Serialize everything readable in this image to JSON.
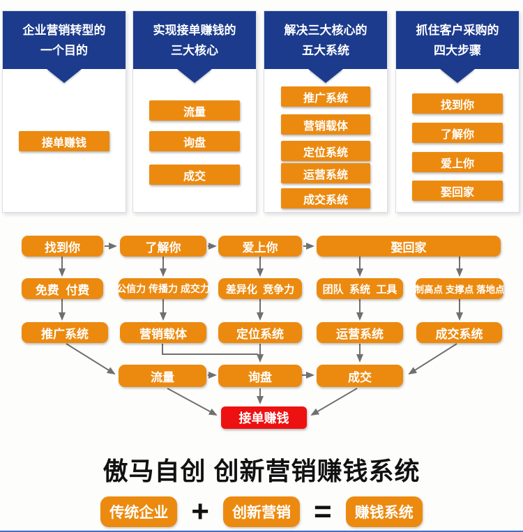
{
  "panels": [
    {
      "title_line1": "企业营销转型的",
      "title_line2": "一个目的",
      "items": [
        "接单赚钱"
      ]
    },
    {
      "title_line1": "实现接单赚钱的",
      "title_line2": "三大核心",
      "items": [
        "流量",
        "询盘",
        "成交"
      ]
    },
    {
      "title_line1": "解决三大核心的",
      "title_line2": "五大系统",
      "items": [
        "推广系统",
        "营销载体",
        "定位系统",
        "运营系统",
        "成交系统"
      ]
    },
    {
      "title_line1": "抓住客户采购的",
      "title_line2": "四大步骤",
      "items": [
        "找到你",
        "了解你",
        "爱上你",
        "娶回家"
      ]
    }
  ],
  "flow": {
    "row1": [
      "找到你",
      "了解你",
      "爱上你",
      "娶回家"
    ],
    "row2": [
      "免费  付费",
      "公信力 传播力 成交力",
      "差异化  竞争力",
      "团队  系统  工具",
      "制高点 支撑点 落地点"
    ],
    "row3": [
      "推广系统",
      "营销载体",
      "定位系统",
      "运营系统",
      "成交系统"
    ],
    "row4": [
      "流量",
      "询盘",
      "成交"
    ],
    "result": "接单赚钱"
  },
  "footer": {
    "title": "傲马自创 创新营销赚钱系统",
    "formula": {
      "term1": "传统企业",
      "plus": "+",
      "term2": "创新营销",
      "equals": "=",
      "result": "赚钱系统"
    }
  },
  "colors": {
    "navy": "#1c3b8d",
    "orange": "#ec8a10",
    "red": "#ee1111",
    "arrow": "#707070"
  }
}
